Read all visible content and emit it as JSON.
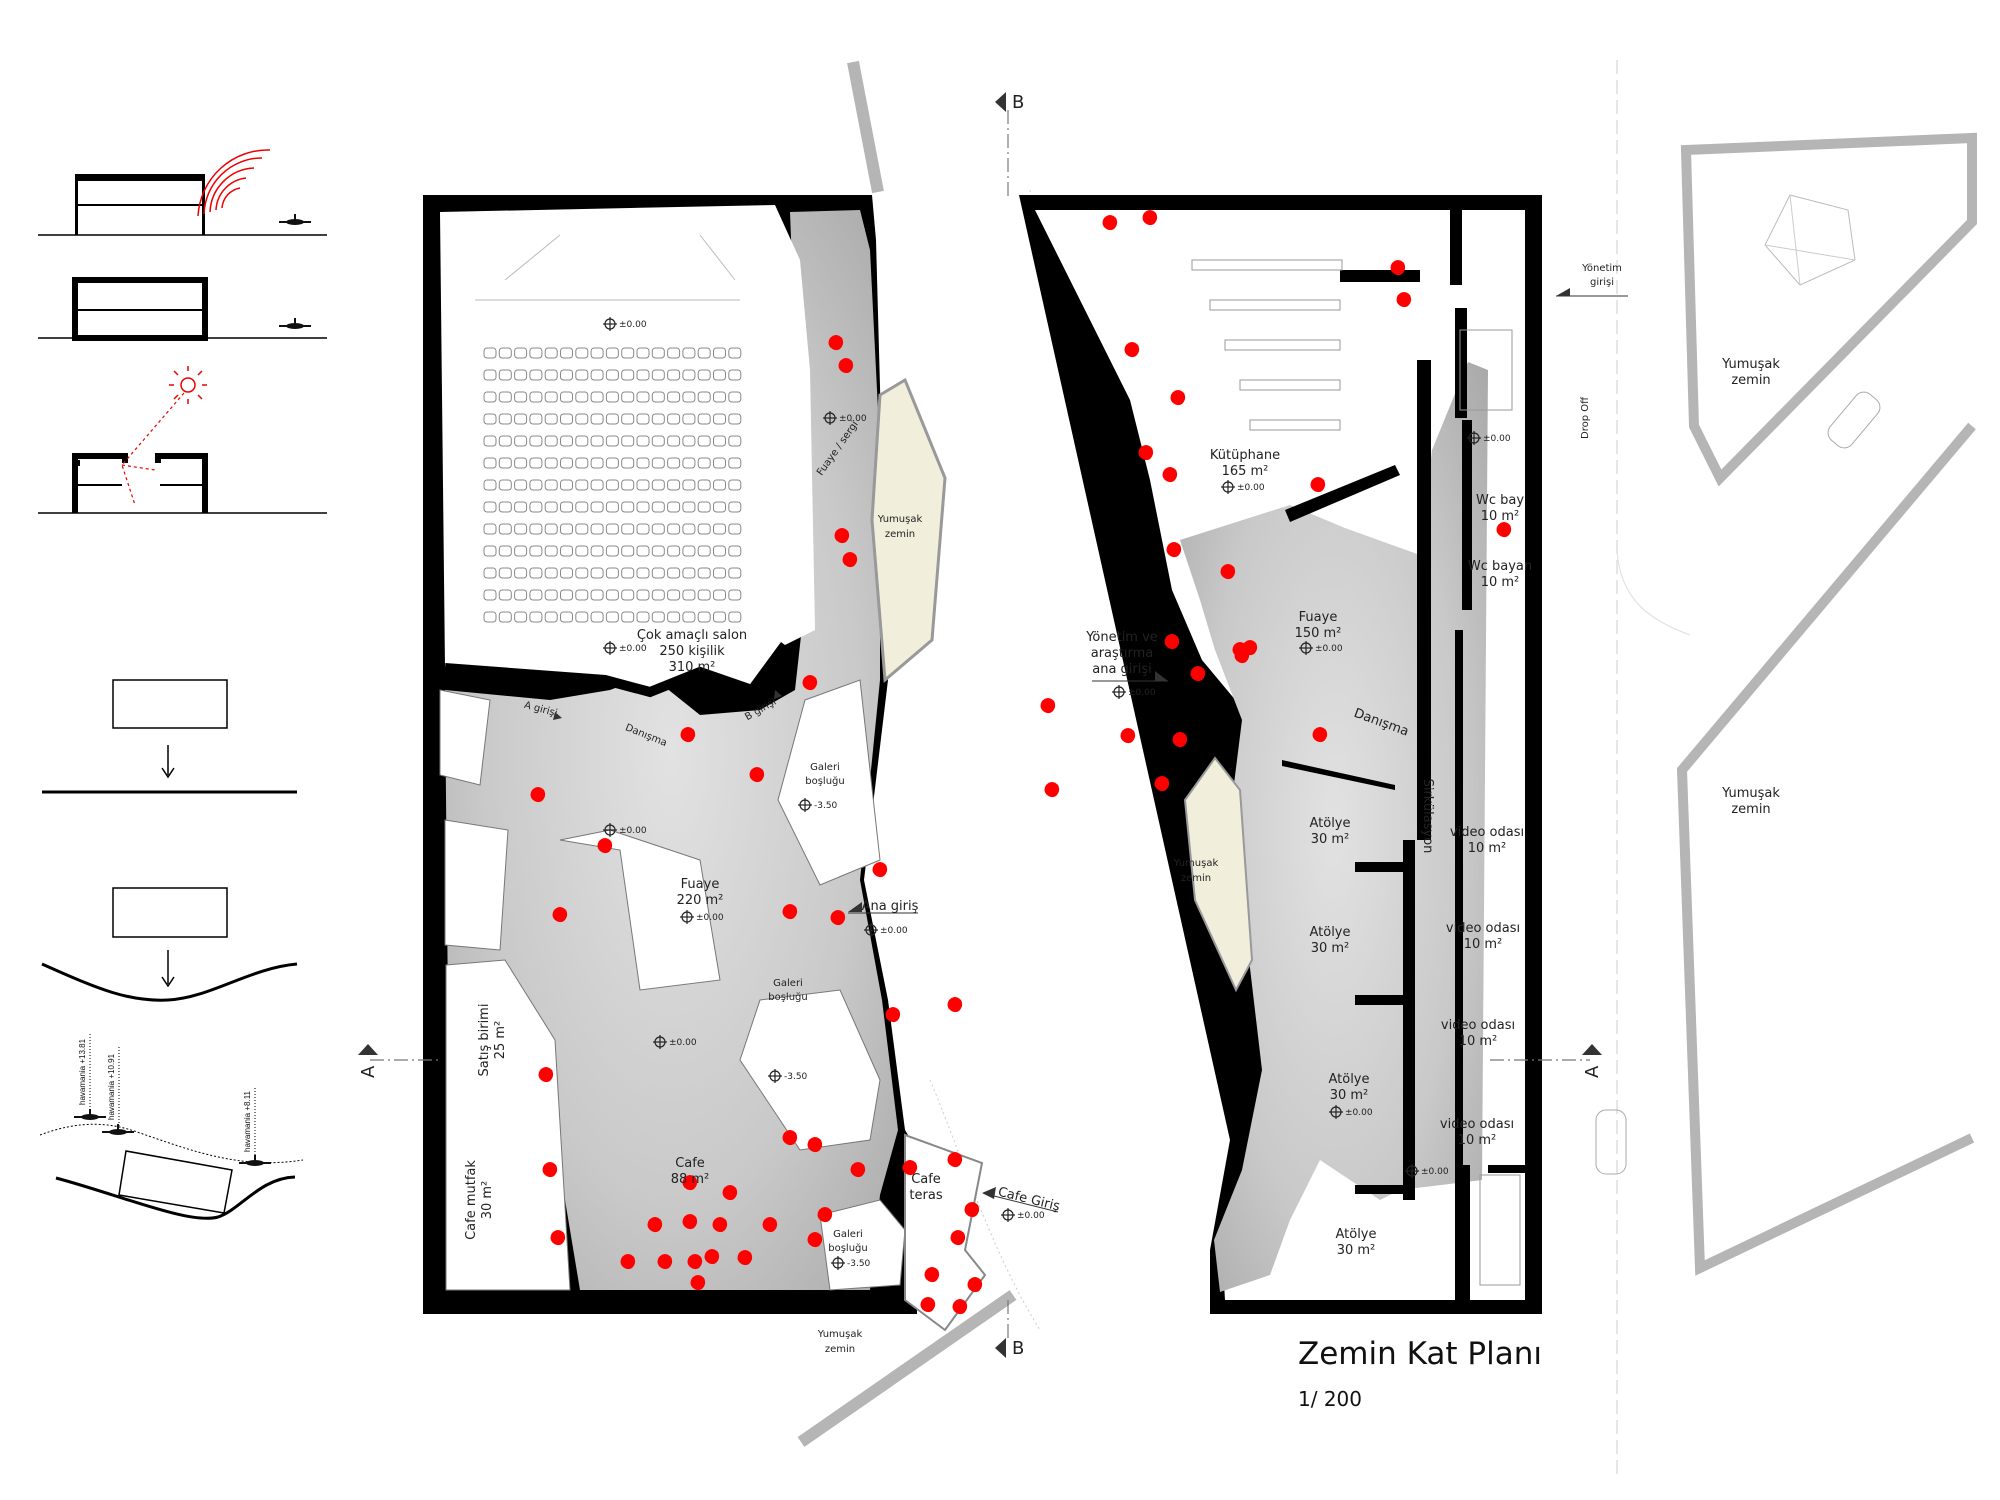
{
  "title": "Zemin Kat Planı",
  "scale": "1/ 200",
  "section_markers": {
    "b_top": "B",
    "b_bottom": "B",
    "a_left": "A",
    "a_right": "A"
  },
  "diagrams": {
    "havamania": [
      "havamania +13.81",
      "havamania +10.91",
      "havamania +8.11"
    ]
  },
  "left_plan": {
    "salon": {
      "name": "Çok amaçlı salon",
      "capacity": "250 kişilik",
      "area": "310 m²",
      "level": "±0.00",
      "level_top": "±0.00"
    },
    "fuaye_sergi": "Fuaye / sergi",
    "fuaye_sergi_level": "±0.00",
    "yumusak_zemin": [
      "Yumuşak",
      "zemin"
    ],
    "a_girisi": "A girişi",
    "b_girisi": "B girişi",
    "danisma": "Danışma",
    "galeri_1": {
      "lines": [
        "Galeri",
        "boşluğu"
      ],
      "level": "-3.50"
    },
    "fuaye": {
      "name": "Fuaye",
      "area": "220 m²",
      "level": "±0.00"
    },
    "fuaye_level_2": "±0.00",
    "ana_giris": {
      "label": "Ana giriş",
      "level": "±0.00"
    },
    "galeri_2": {
      "lines": [
        "Galeri",
        "boşluğu"
      ]
    },
    "level_mid": "±0.00",
    "level_stair": "-3.50",
    "satis": {
      "name": "Satış birimi",
      "area": "25 m²"
    },
    "cafe_mutfak": {
      "name": "Cafe mutfak",
      "area": "30 m²"
    },
    "cafe": {
      "name": "Cafe",
      "area": "88 m²"
    },
    "cafe_teras": [
      "Cafe",
      "teras"
    ],
    "galeri_3": {
      "lines": [
        "Galeri",
        "boşluğu"
      ],
      "level": "-3.50"
    },
    "cafe_giris": {
      "label": "Cafe Giriş",
      "level": "±0.00"
    },
    "yumusak_zemin_bottom": [
      "Yumuşak",
      "zemin"
    ]
  },
  "right_plan": {
    "kutuphane": {
      "name": "Kütüphane",
      "area": "165 m²",
      "level": "±0.00"
    },
    "yonetim_girisi": [
      "Yönetim",
      "girişi"
    ],
    "drop_off": "Drop Off",
    "stair_level": "±0.00",
    "wc_bay": {
      "name": "Wc bay",
      "area": "10 m²"
    },
    "wc_bayan": {
      "name": "Wc bayan",
      "area": "10 m²"
    },
    "fuaye": {
      "name": "Fuaye",
      "area": "150 m²",
      "level": "±0.00"
    },
    "yonetim_ana_giris": {
      "lines": [
        "Yönetim ve",
        "araştırma",
        "ana girişi"
      ],
      "level": "±0.00"
    },
    "danisma": "Danışma",
    "sirkulasyon": "Sirkülasyon",
    "sirkulasyon_level": "±0.00",
    "atolye": [
      {
        "name": "Atölye",
        "area": "30 m²"
      },
      {
        "name": "Atölye",
        "area": "30 m²"
      },
      {
        "name": "Atölye",
        "area": "30 m²",
        "level": "±0.00"
      },
      {
        "name": "Atölye",
        "area": "30 m²"
      }
    ],
    "video_odasi": [
      {
        "name": "video odası",
        "area": "10 m²"
      },
      {
        "name": "video odası",
        "area": "10 m²"
      },
      {
        "name": "video odası",
        "area": "10 m²"
      },
      {
        "name": "video odası",
        "area": "10 m²"
      }
    ],
    "yumusak_zemin": [
      "Yumuşak",
      "zemin"
    ]
  },
  "site": {
    "yumusak_zemin_top": [
      "Yumuşak",
      "zemin"
    ],
    "yumusak_zemin_bottom": [
      "Yumuşak",
      "zemin"
    ]
  },
  "colors": {
    "people": "#ff0000",
    "walls": "#000000",
    "soft_ground": "#f1efdc",
    "paths": "#b5b5b5"
  }
}
